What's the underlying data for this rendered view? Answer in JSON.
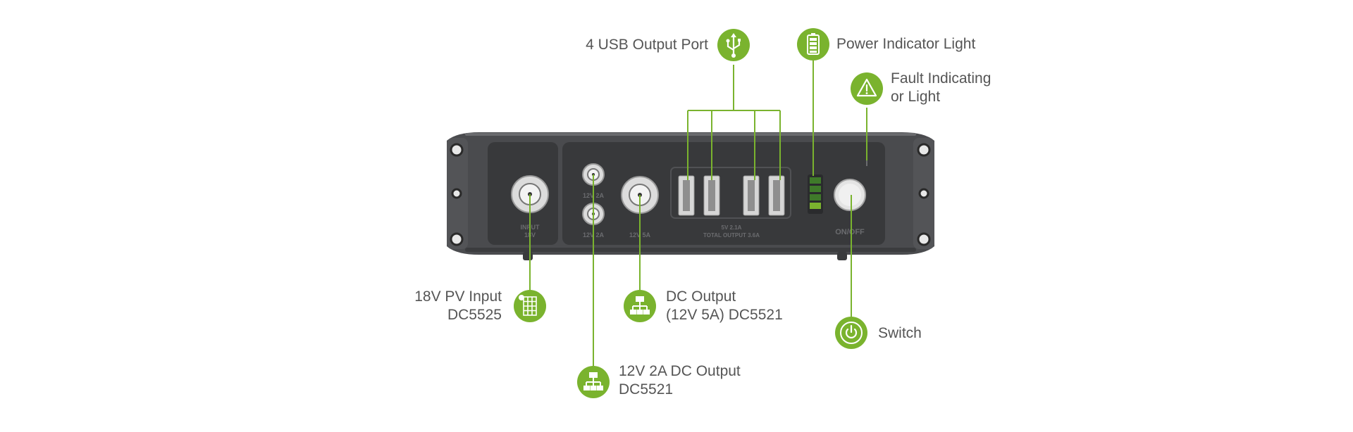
{
  "colors": {
    "accent": "#7ab32e",
    "body": "#4a4b4e",
    "panel": "#38393b",
    "label_text": "#555555"
  },
  "callouts": {
    "usb": {
      "icon": "usb-icon",
      "lines": [
        "4 USB Output Port"
      ]
    },
    "power_light": {
      "icon": "battery-icon",
      "lines": [
        "Power Indicator Light"
      ]
    },
    "fault": {
      "icon": "warning-icon",
      "lines": [
        "Fault Indicating",
        "or Light"
      ]
    },
    "pv_input": {
      "icon": "solar-panel-icon",
      "lines": [
        "18V PV Input",
        "DC5525"
      ]
    },
    "dc_output_5a": {
      "icon": "network-icon",
      "lines": [
        "DC Output",
        "(12V 5A) DC5521"
      ]
    },
    "switch": {
      "icon": "power-icon",
      "lines": [
        "Switch"
      ]
    },
    "dc_output_2a": {
      "icon": "network-icon",
      "lines": [
        "12V 2A DC Output",
        "DC5521"
      ]
    }
  },
  "device": {
    "input_label": [
      "INPUT",
      "18V"
    ],
    "dc_small_top": "12V 2A",
    "dc_small_bottom": "12V 2A",
    "dc_big": "12V 5A",
    "usb_label": [
      "5V 2.1A",
      "TOTAL OUTPUT 3.6A"
    ],
    "switch_label": "ON/OFF"
  }
}
